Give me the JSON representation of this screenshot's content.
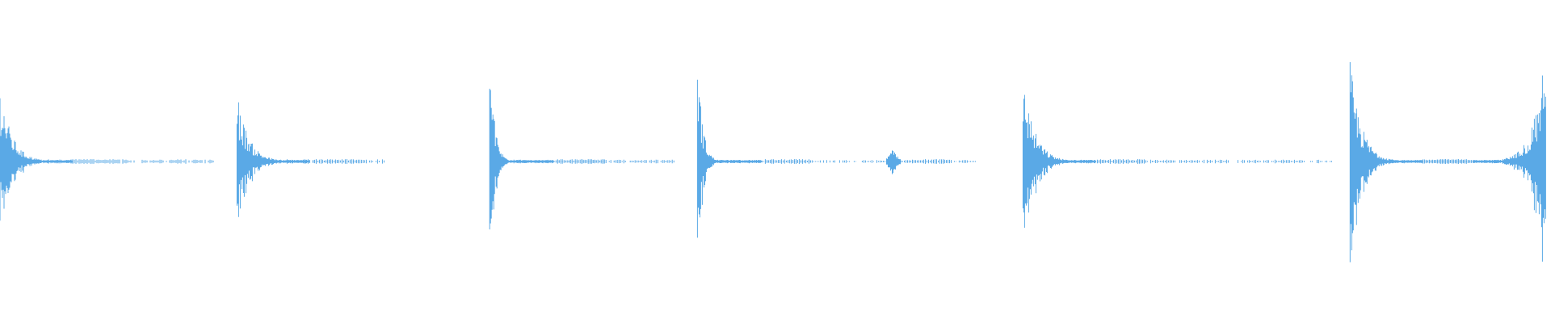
{
  "waveform": {
    "color": "#5aa9e6",
    "background": "#ffffff",
    "amplitude_range": [
      -1,
      1
    ],
    "duration_units": 1,
    "events": [
      {
        "time": 0.0,
        "peak": 0.55,
        "type": "strong"
      },
      {
        "time": 0.155,
        "peak": 0.5,
        "type": "strong"
      },
      {
        "time": 0.318,
        "peak": 0.8,
        "type": "spike"
      },
      {
        "time": 0.452,
        "peak": 0.82,
        "type": "spike"
      },
      {
        "time": 0.574,
        "peak": 0.1,
        "type": "weak"
      },
      {
        "time": 0.662,
        "peak": 0.62,
        "type": "strong"
      },
      {
        "time": 0.873,
        "peak": 0.72,
        "type": "strong"
      },
      {
        "time": 0.995,
        "peak": 0.85,
        "type": "strong"
      }
    ],
    "noise_segments": [
      {
        "start": 0.0,
        "end": 0.138,
        "level": 0.012
      },
      {
        "start": 0.155,
        "end": 0.248,
        "level": 0.012
      },
      {
        "start": 0.318,
        "end": 0.435,
        "level": 0.01
      },
      {
        "start": 0.452,
        "end": 0.63,
        "level": 0.008
      },
      {
        "start": 0.662,
        "end": 0.86,
        "level": 0.01
      },
      {
        "start": 0.873,
        "end": 0.99,
        "level": 0.008
      }
    ]
  }
}
